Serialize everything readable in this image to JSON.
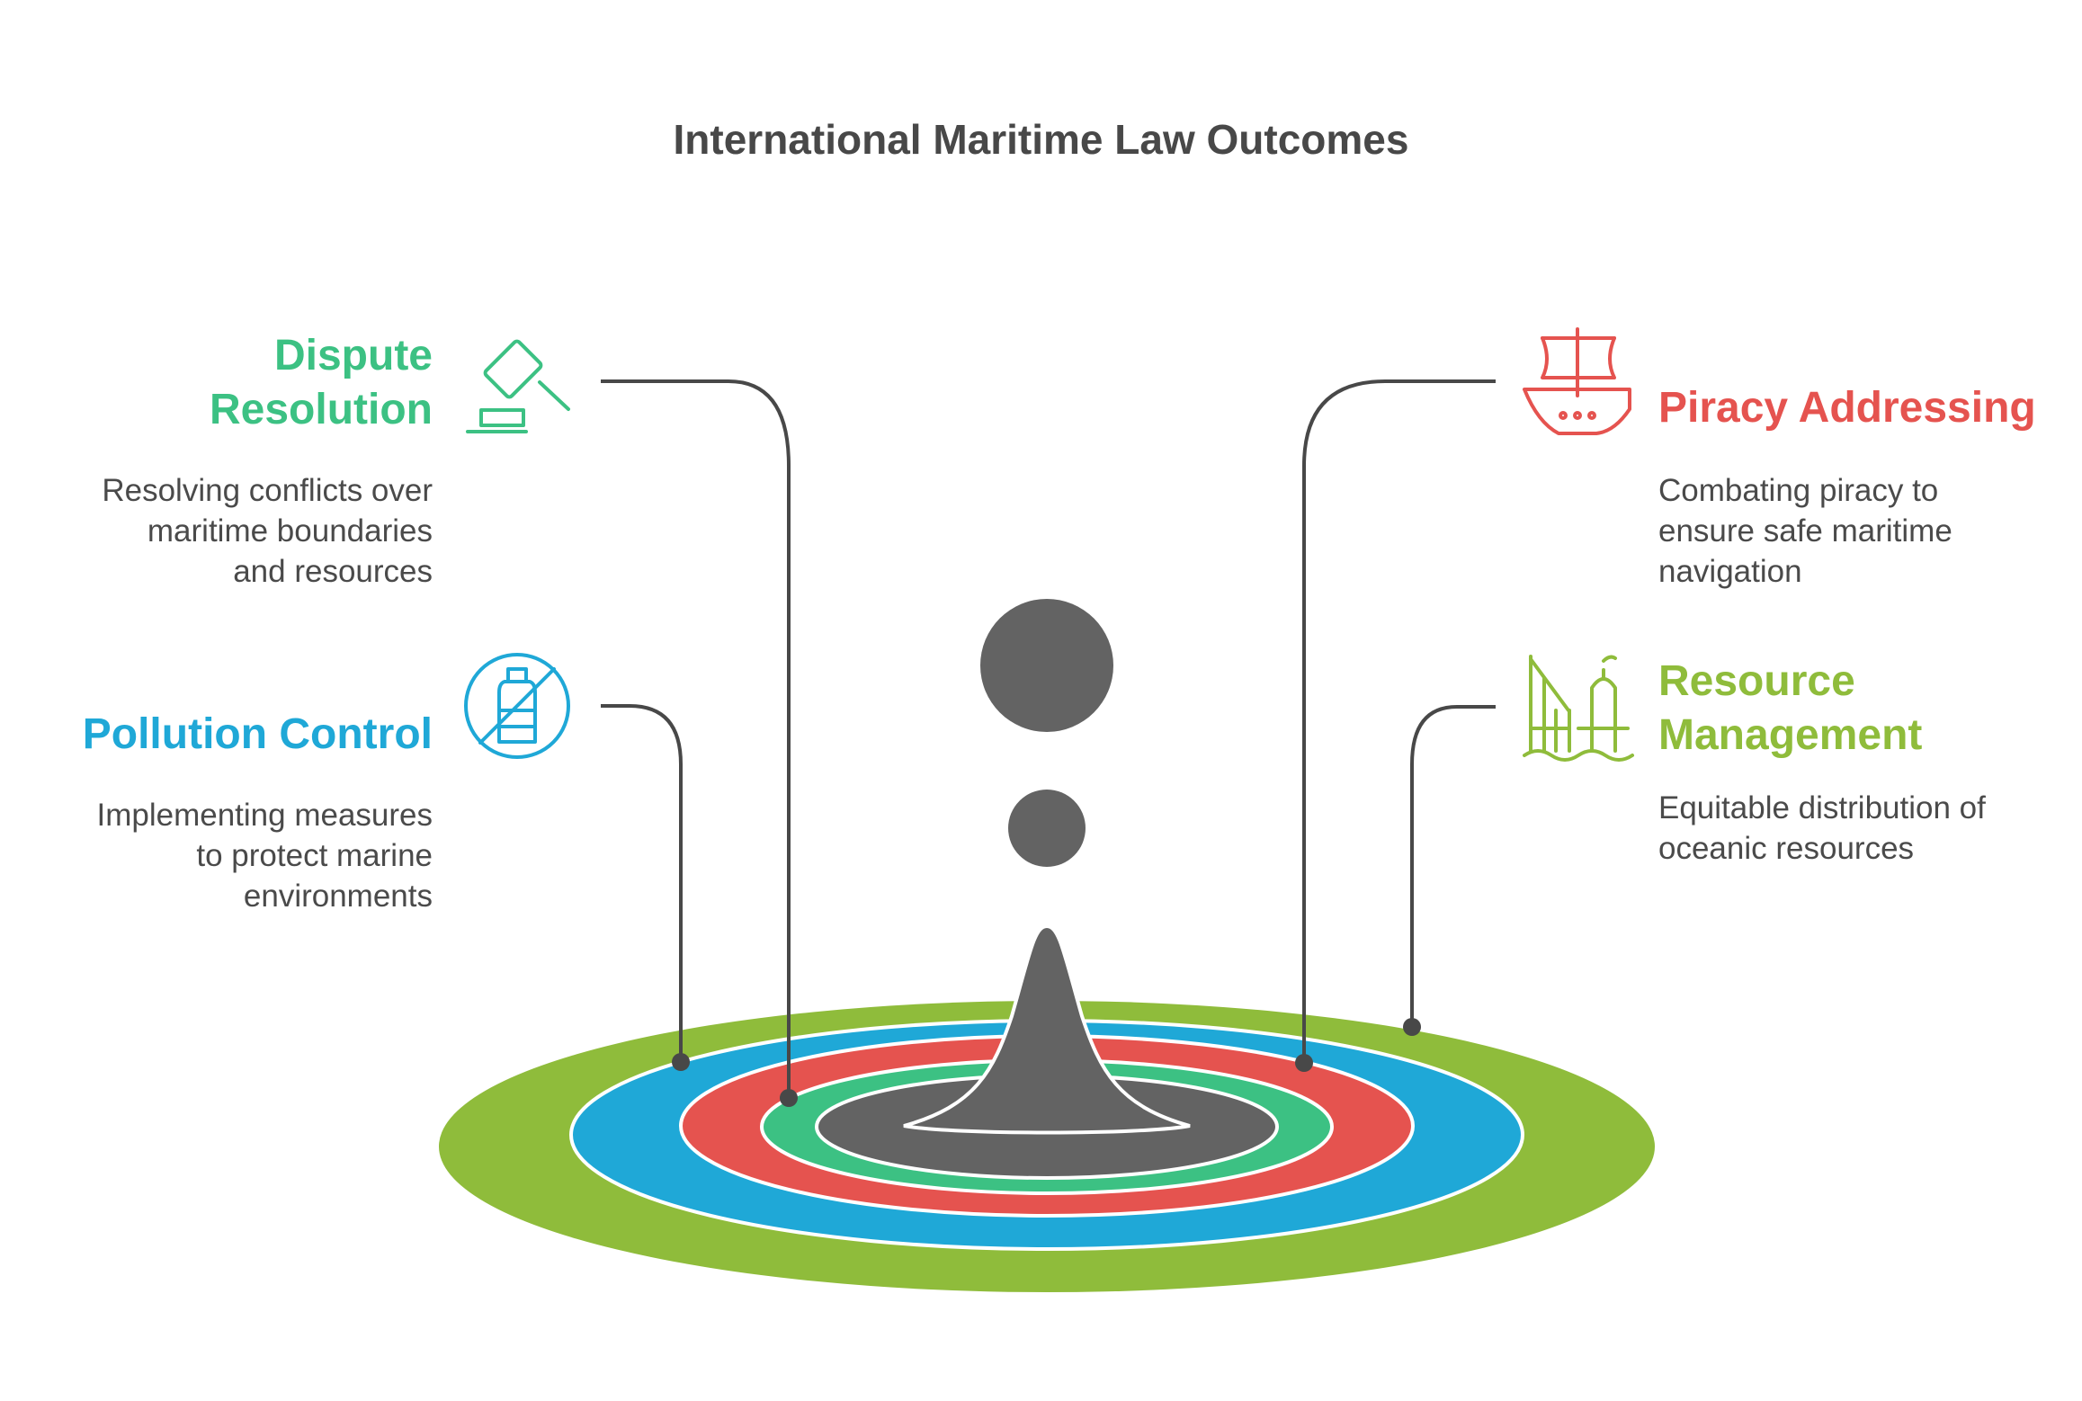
{
  "title": "International Maritime Law Outcomes",
  "colors": {
    "green": "#3cc183",
    "red": "#e5534f",
    "blue": "#1fa8d7",
    "olive": "#8fbc3b",
    "dark": "#636363",
    "line": "#484848"
  },
  "items": [
    {
      "key": "dispute",
      "heading_l1": "Dispute",
      "heading_l2": "Resolution",
      "description": [
        "Resolving conflicts over",
        "maritime boundaries",
        "and resources"
      ],
      "icon": "gavel-icon",
      "color": "#3cc183"
    },
    {
      "key": "pollution",
      "heading_l1": "Pollution Control",
      "heading_l2": "",
      "description": [
        "Implementing measures",
        "to protect marine",
        "environments"
      ],
      "icon": "no-plastic-bottle-icon",
      "color": "#1fa8d7"
    },
    {
      "key": "piracy",
      "heading_l1": "Piracy Addressing",
      "heading_l2": "",
      "description": [
        "Combating piracy to",
        "ensure safe maritime",
        "navigation"
      ],
      "icon": "ship-icon",
      "color": "#e5534f"
    },
    {
      "key": "resource",
      "heading_l1": "Resource",
      "heading_l2": "Management",
      "description": [
        "Equitable distribution of",
        "oceanic resources"
      ],
      "icon": "oil-rig-icon",
      "color": "#8fbc3b"
    }
  ]
}
